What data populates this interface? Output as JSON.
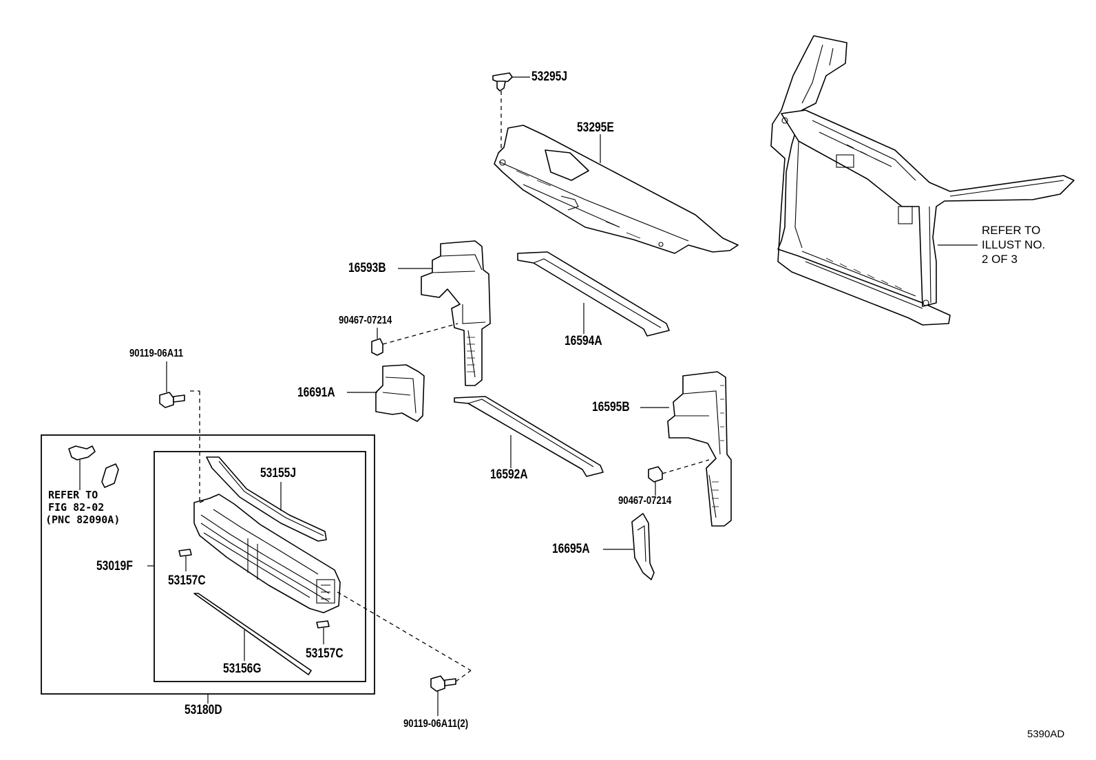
{
  "parts": [
    {
      "id": "53295J",
      "label": "53295J"
    },
    {
      "id": "53295E",
      "label": "53295E"
    },
    {
      "id": "16593B",
      "label": "16593B"
    },
    {
      "id": "90467-07214-a",
      "label": "90467-07214"
    },
    {
      "id": "16594A",
      "label": "16594A"
    },
    {
      "id": "90119-06A11",
      "label": "90119-06A11"
    },
    {
      "id": "16691A",
      "label": "16691A"
    },
    {
      "id": "16595B",
      "label": "16595B"
    },
    {
      "id": "53155J",
      "label": "53155J"
    },
    {
      "id": "16592A",
      "label": "16592A"
    },
    {
      "id": "90467-07214-b",
      "label": "90467-07214"
    },
    {
      "id": "53019F",
      "label": "53019F"
    },
    {
      "id": "53157C-a",
      "label": "53157C"
    },
    {
      "id": "16695A",
      "label": "16695A"
    },
    {
      "id": "53157C-b",
      "label": "53157C"
    },
    {
      "id": "53156G",
      "label": "53156G"
    },
    {
      "id": "53180D",
      "label": "53180D"
    },
    {
      "id": "90119-06A11-2",
      "label": "90119-06A11(2)"
    }
  ],
  "notes": {
    "refer_illust": [
      "REFER TO",
      "ILLUST NO.",
      "2 OF 3"
    ],
    "refer_fig": [
      "REFER TO",
      "FIG 82-02",
      "(PNC 82090A)"
    ]
  },
  "illustration_code": "5390AD"
}
